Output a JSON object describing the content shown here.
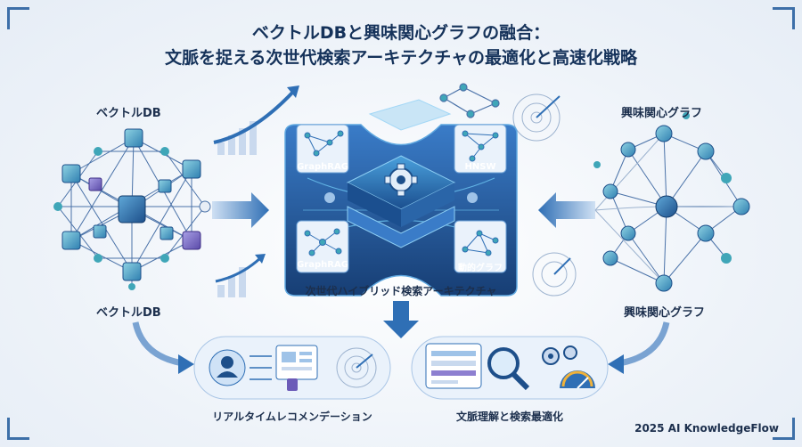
{
  "title_line1": "ベクトルDBと興味関心グラフの融合：",
  "title_line2": "文脈を捉える次世代検索アーキテクチャの最適化と高速化戦略",
  "left_top_label": "ベクトルDB",
  "left_bottom_label": "ベクトルDB",
  "right_top_label": "興味関心グラフ",
  "right_bottom_label": "興味関心グラフ",
  "center_label": "次世代ハイブリッド検索アーキテクチャ",
  "tile_top_left": "GraphRAG",
  "tile_top_right": "HNSW",
  "tile_bottom_left": "GraphRAG",
  "tile_bottom_right": "動的グラフ",
  "bottom_left_caption": "リアルタイムレコメンデーション",
  "bottom_right_caption": "文脈理解と検索最適化",
  "footer": "2025 AI KnowledgeFlow",
  "colors": {
    "accent": "#2f6fb5",
    "dark": "#15325a",
    "teal": "#3fa6b8",
    "purple": "#6b5bb8"
  }
}
